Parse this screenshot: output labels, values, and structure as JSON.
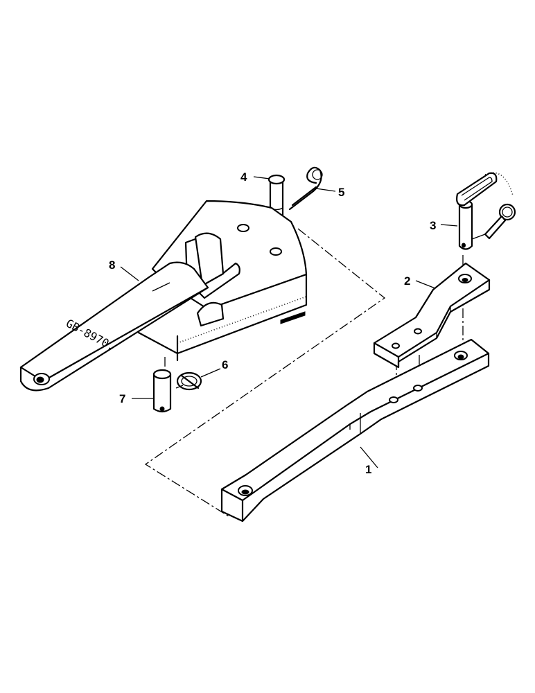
{
  "drawing_code": "GB-8970.",
  "callouts": [
    {
      "number": "1"
    },
    {
      "number": "2"
    },
    {
      "number": "3"
    },
    {
      "number": "4"
    },
    {
      "number": "5"
    },
    {
      "number": "6"
    },
    {
      "number": "7"
    },
    {
      "number": "8"
    }
  ]
}
